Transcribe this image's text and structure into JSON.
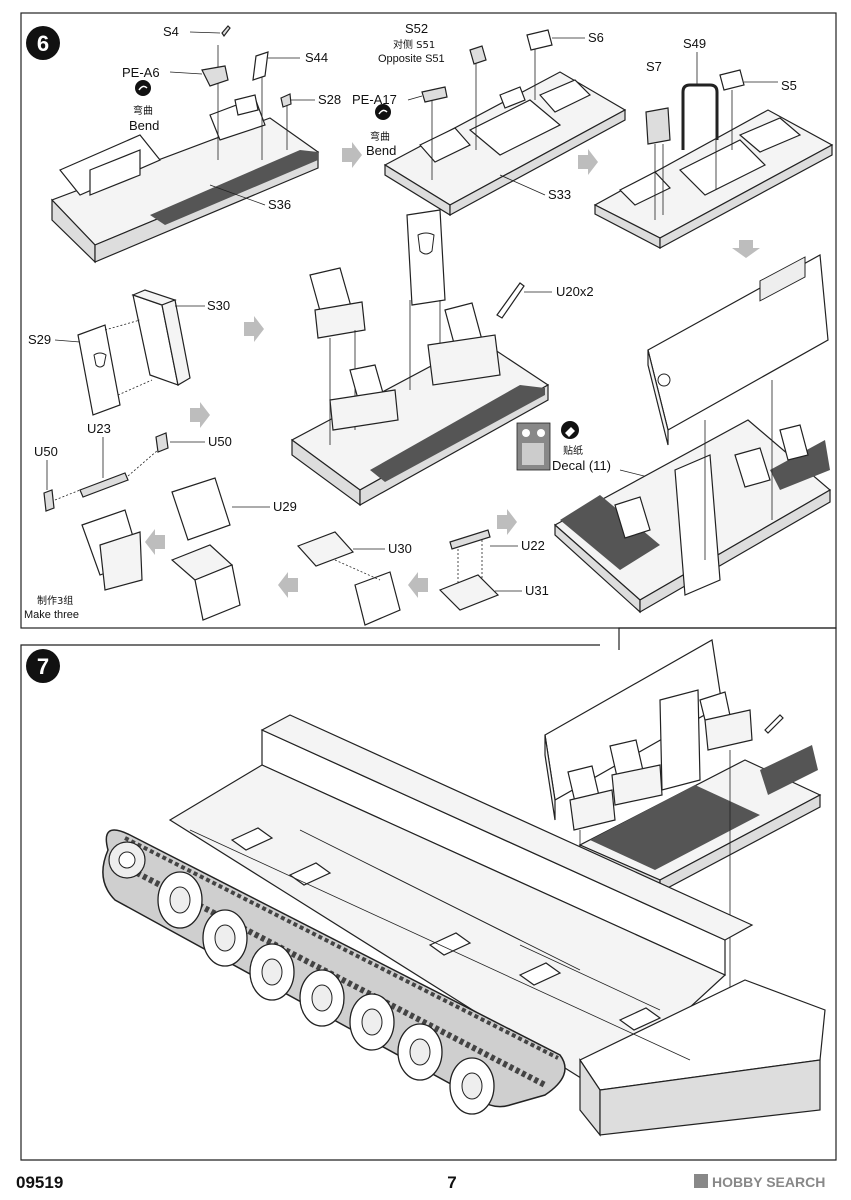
{
  "step6": {
    "number": "6",
    "labels": {
      "s4": "S4",
      "pe_a6": "PE-A6",
      "bend_cn_1": "弯曲",
      "bend_en_1": "Bend",
      "s44": "S44",
      "s28": "S28",
      "s36": "S36",
      "s52": "S52",
      "opposite_cn": "对侧 S51",
      "opposite_en": "Opposite S51",
      "pe_a17": "PE-A17",
      "bend_cn_2": "弯曲",
      "bend_en_2": "Bend",
      "s33": "S33",
      "s6": "S6",
      "s49": "S49",
      "s7": "S7",
      "s5": "S5",
      "s30": "S30",
      "s29": "S29",
      "u20": "U20x2",
      "decal_cn": "贴纸",
      "decal_en": "Decal (11)",
      "u23": "U23",
      "u50a": "U50",
      "u50b": "U50",
      "u29": "U29",
      "u30": "U30",
      "u22": "U22",
      "u31": "U31",
      "make_three_cn": "制作3组",
      "make_three_en": "Make three"
    }
  },
  "step7": {
    "number": "7"
  },
  "footer": {
    "kit_number": "09519",
    "page_number": "7",
    "watermark": "HOBBY SEARCH"
  }
}
